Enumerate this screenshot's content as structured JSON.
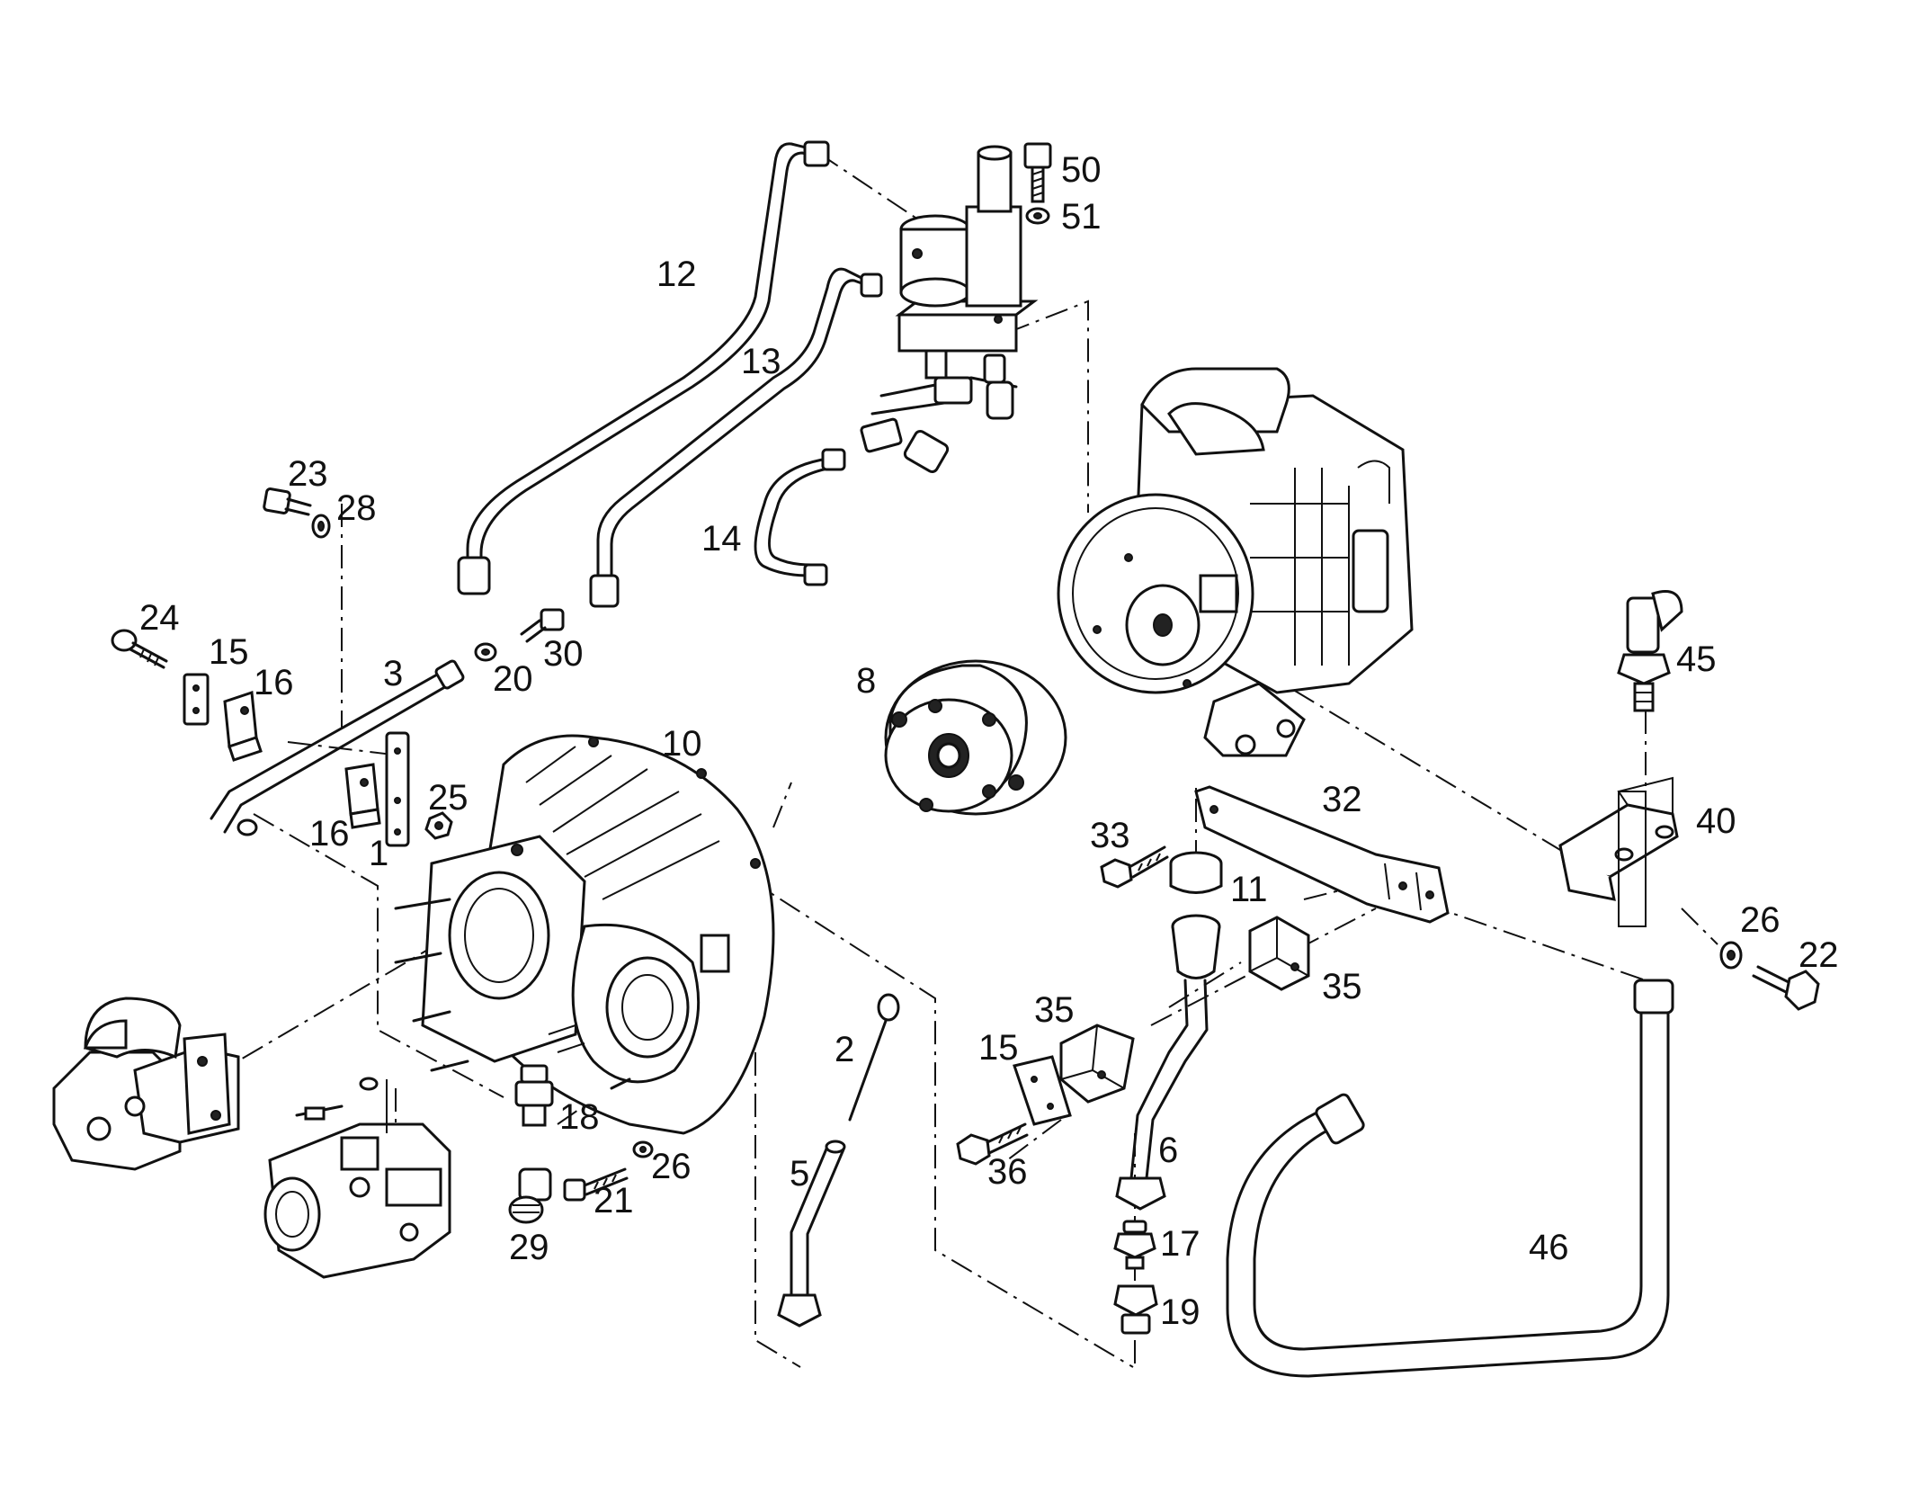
{
  "labels": {
    "p1": "1",
    "p2": "2",
    "p3": "3",
    "p5": "5",
    "p6": "6",
    "p8": "8",
    "p10": "10",
    "p11": "11",
    "p12": "12",
    "p13": "13",
    "p14": "14",
    "p15a": "15",
    "p15b": "15",
    "p16a": "16",
    "p16b": "16",
    "p17": "17",
    "p18": "18",
    "p19": "19",
    "p20": "20",
    "p21": "21",
    "p22": "22",
    "p23": "23",
    "p24": "24",
    "p25": "25",
    "p26a": "26",
    "p26b": "26",
    "p28": "28",
    "p29": "29",
    "p30": "30",
    "p32": "32",
    "p33": "33",
    "p35a": "35",
    "p35b": "35",
    "p36": "36",
    "p40": "40",
    "p45": "45",
    "p46": "46",
    "p50": "50",
    "p51": "51"
  }
}
